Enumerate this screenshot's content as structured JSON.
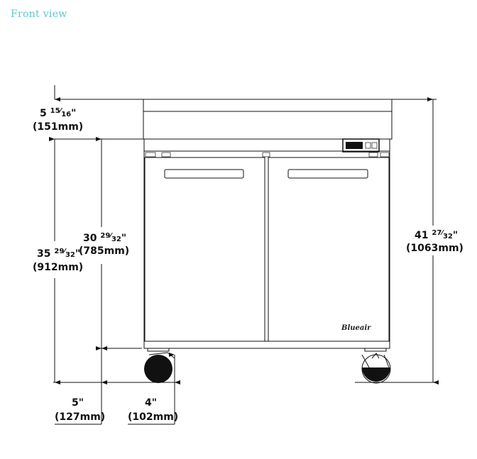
{
  "title": "Front view",
  "colors": {
    "title": "#5cc6d0",
    "line": "#111111"
  },
  "logo_text": "Blueair",
  "dimensions": {
    "top_section": {
      "whole": "5",
      "num": "15",
      "den": "16",
      "mm": "(151mm)"
    },
    "base_to_top_height": {
      "whole": "35",
      "num": "29",
      "den": "32",
      "mm": "(912mm)"
    },
    "cabinet_body_height": {
      "whole": "30",
      "num": "29",
      "den": "32",
      "mm": "(785mm)"
    },
    "overall_height": {
      "whole": "41",
      "num": "27",
      "den": "32",
      "mm": "(1063mm)"
    },
    "base_clearance": {
      "label": "5\"",
      "mm": "(127mm)"
    },
    "caster_height": {
      "label": "4\"",
      "mm": "(102mm)"
    }
  }
}
